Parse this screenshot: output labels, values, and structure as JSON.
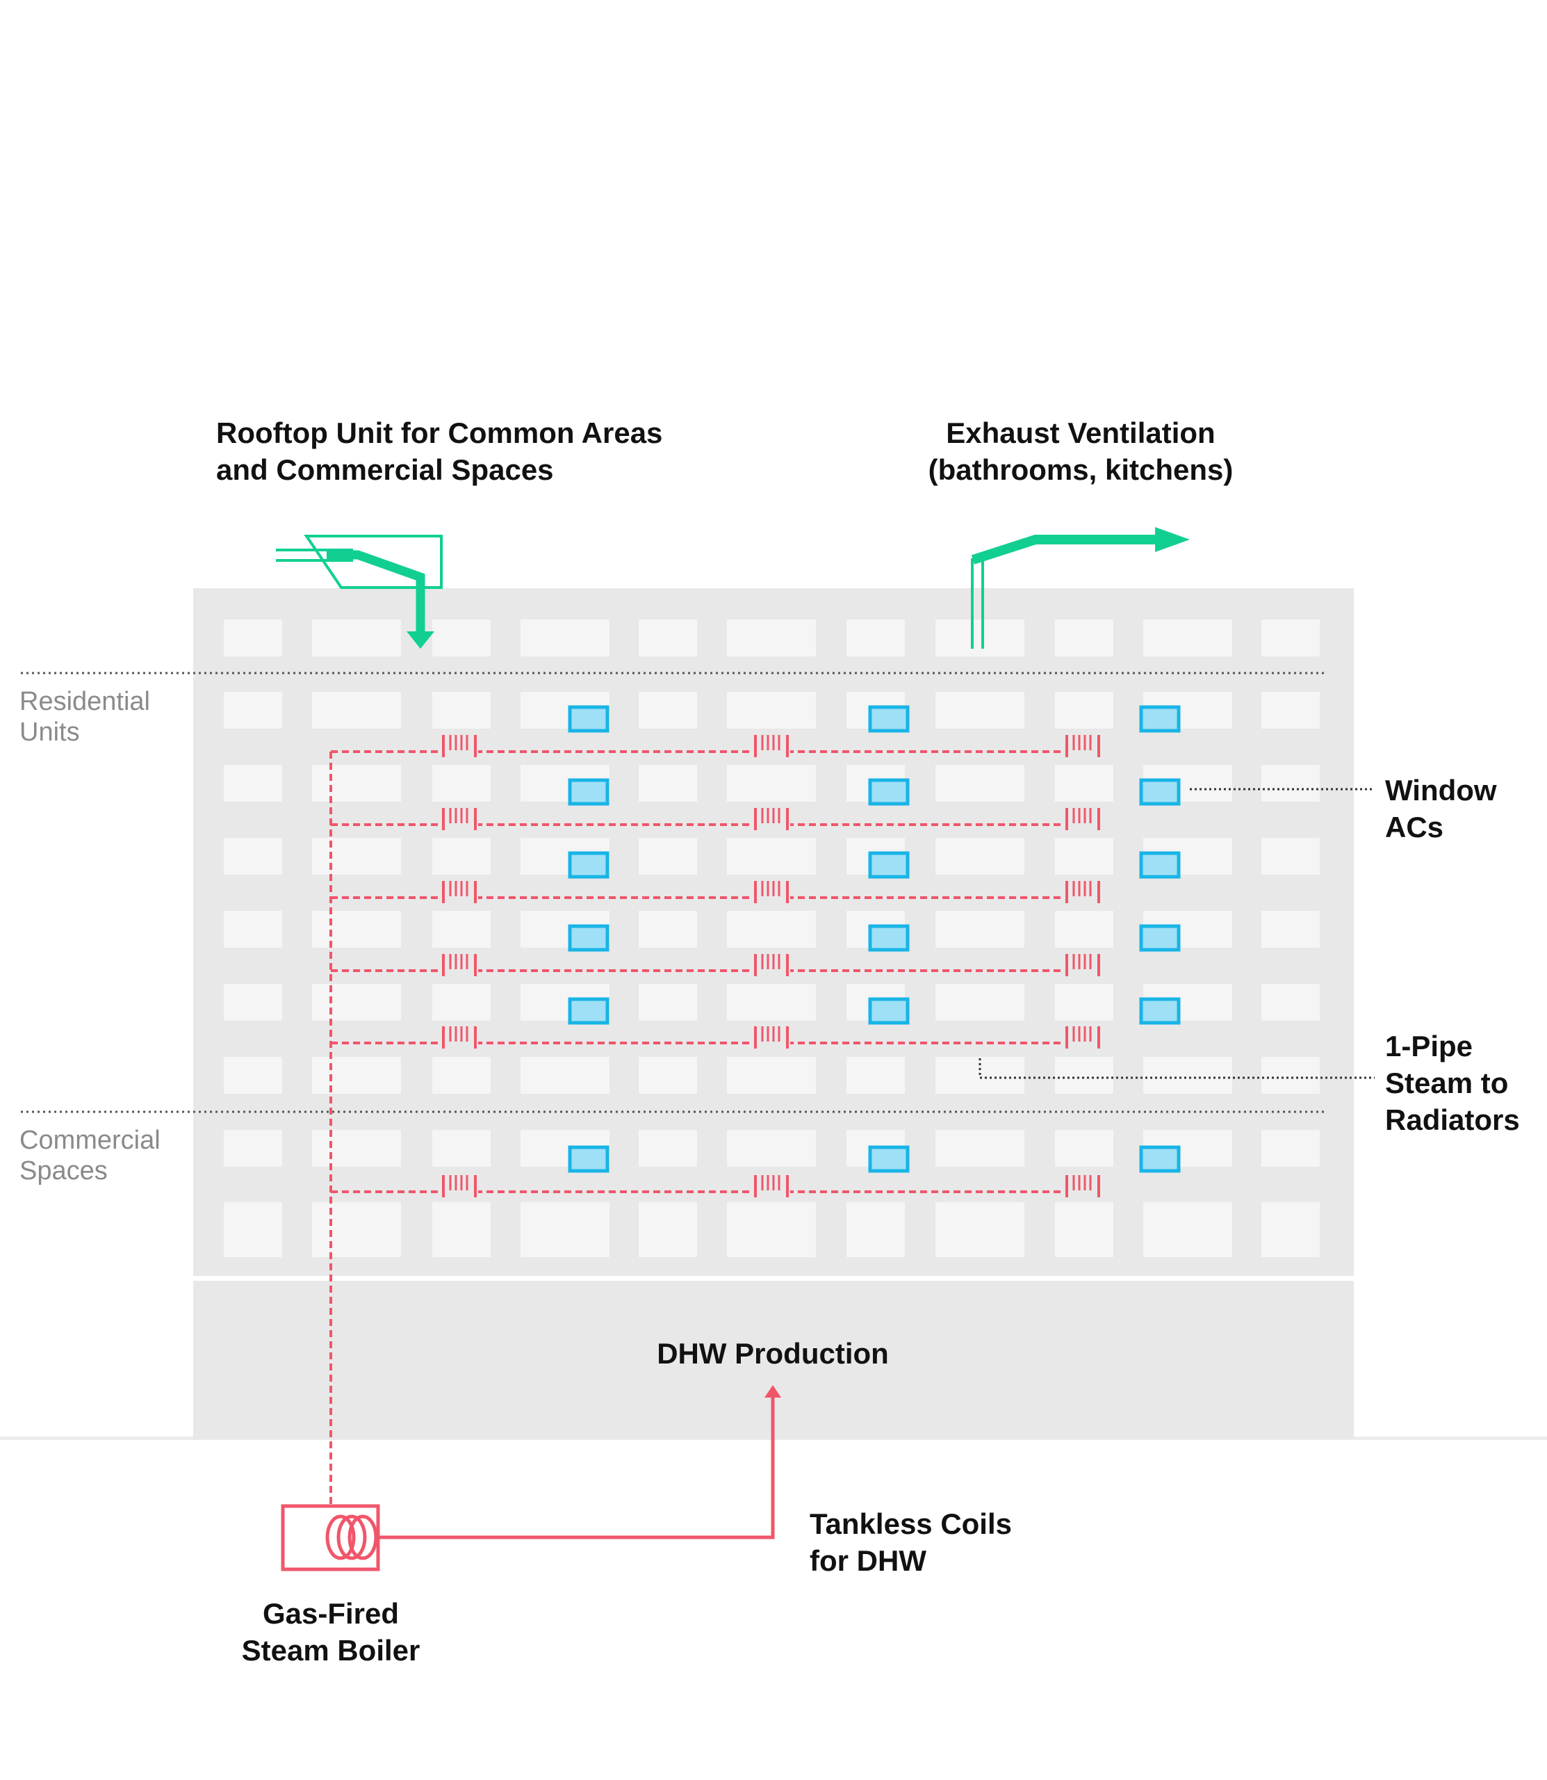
{
  "labels": {
    "rooftop_line1": "Rooftop Unit for Common Areas",
    "rooftop_line2": "and Commercial Spaces",
    "exhaust_line1": "Exhaust Ventilation",
    "exhaust_line2": "(bathrooms, kitchens)",
    "residential_line1": "Residential",
    "residential_line2": "Units",
    "commercial_line1": "Commercial",
    "commercial_line2": "Spaces",
    "window_acs_line1": "Window",
    "window_acs_line2": "ACs",
    "steam_line1": "1-Pipe",
    "steam_line2": "Steam to",
    "steam_line3": "Radiators",
    "dhw_production": "DHW Production",
    "tankless_line1": "Tankless Coils",
    "tankless_line2": "for DHW",
    "boiler_line1": "Gas-Fired",
    "boiler_line2": "Steam Boiler"
  },
  "colors": {
    "building": "#e8e8e8",
    "window": "#f5f5f5",
    "steam": "#f0566a",
    "ventilation": "#11cf92",
    "ac_fill": "#9fe0f6",
    "ac_stroke": "#19b4e6",
    "dotted": "#555555"
  },
  "icons": {
    "boiler": "boiler-coil-icon",
    "radiator": "radiator-icon",
    "window_ac": "window-ac-icon",
    "rooftop_unit": "rooftop-unit-icon",
    "exhaust": "exhaust-arrow-icon"
  }
}
